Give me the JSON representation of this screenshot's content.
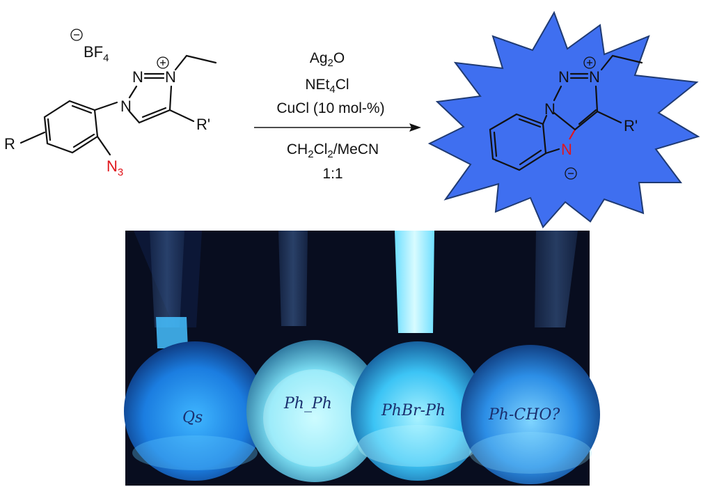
{
  "reaction": {
    "reactant": {
      "counterion": "BF",
      "counterion_sub": "4",
      "counterion_charge": "⊖",
      "cation_charge": "⊕",
      "substituent_r": "R",
      "substituent_r_prime": "R'",
      "azide": "N",
      "azide_sub": "3",
      "ring_n1": "N",
      "ring_n2": "N",
      "ring_n3": "N"
    },
    "conditions": {
      "line1_main": "Ag",
      "line1_sub": "2",
      "line1_tail": "O",
      "line2_main": "NEt",
      "line2_sub": "4",
      "line2_tail": "Cl",
      "line3": "CuCl (10 mol-%)",
      "line4_a": "CH",
      "line4_sub1": "2",
      "line4_b": "Cl",
      "line4_sub2": "2",
      "line4_c": "/MeCN",
      "line5": "1:1"
    },
    "product": {
      "cation_charge": "⊕",
      "anion_charge": "⊖",
      "ring_n1": "N",
      "ring_n2": "N",
      "ring_n3": "N",
      "anionic_n": "N",
      "substituent_r_prime": "R'",
      "burst_color": "#3f6ff0"
    }
  },
  "photo": {
    "flask_labels": [
      "Qs",
      "Ph_Ph",
      "PhBr-Ph",
      "Ph-CHO?"
    ],
    "glow_colors": [
      "#2aa0ff",
      "#8ef0ff",
      "#4fd8ff",
      "#35b6ff"
    ]
  },
  "colors": {
    "azide_red": "#e0161c",
    "burst_fill": "#3f6ff0",
    "burst_stroke": "#1f3a72"
  }
}
